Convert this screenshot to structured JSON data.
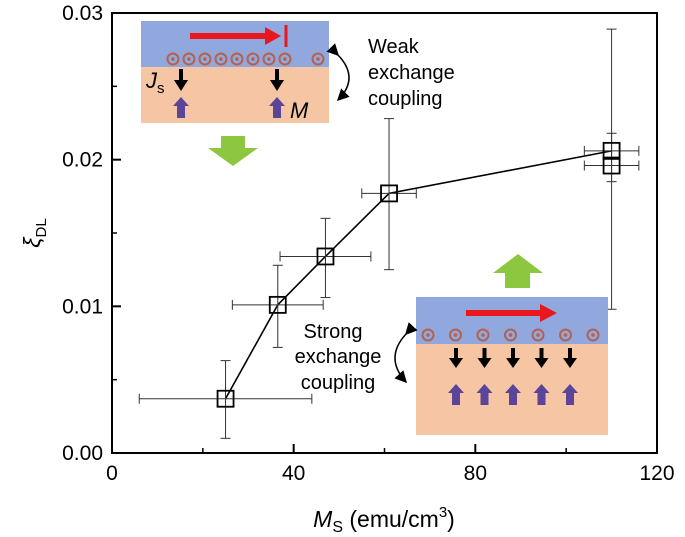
{
  "chart_data": {
    "type": "scatter",
    "xlabel_main": "M",
    "xlabel_sub": "S",
    "xlabel_rest": " (emu/cm",
    "xlabel_sup": "3",
    "xlabel_close": ")",
    "ylabel_main": "ξ",
    "ylabel_sub": "DL",
    "xlim": [
      0,
      120
    ],
    "ylim": [
      0,
      0.03
    ],
    "xticks": [
      0,
      40,
      80,
      120
    ],
    "xtick_labels": [
      "0",
      "40",
      "80",
      "120"
    ],
    "yticks": [
      0,
      0.01,
      0.02,
      0.03
    ],
    "ytick_labels": [
      "0.00",
      "0.01",
      "0.02",
      "0.03"
    ],
    "points": [
      {
        "x": 25,
        "y": 0.0037,
        "xerr": 19,
        "y_low": 0.001,
        "y_high": 0.0063
      },
      {
        "x": 36.5,
        "y": 0.0101,
        "xerr": 10,
        "y_low": 0.0072,
        "y_high": 0.0128
      },
      {
        "x": 47,
        "y": 0.0134,
        "xerr": 10,
        "y_low": 0.0106,
        "y_high": 0.016
      },
      {
        "x": 61,
        "y": 0.0177,
        "xerr": 6,
        "y_low": 0.0125,
        "y_high": 0.0228
      },
      {
        "x": 110,
        "y": 0.0206,
        "xerr": 6,
        "y_low": 0.0185,
        "y_high": 0.0218
      },
      {
        "x": 110,
        "y": 0.0196,
        "xerr": 6,
        "y_low": 0.0098,
        "y_high": 0.0289
      }
    ],
    "line_order": [
      0,
      1,
      2,
      3,
      4
    ],
    "colors": {
      "nonmagnet": "#90a8de",
      "magnet": "#f6c5a3",
      "current_arrow": "#e8181e",
      "spin_arrow": "#000000",
      "moment_arrow": "#5a4598",
      "big_arrow": "#8dc63f",
      "circle": "#b5614e"
    },
    "annotations": {
      "top_label_1": "Weak",
      "top_label_2": "exchange",
      "top_label_3": "coupling",
      "js_main": "J",
      "js_sub": "s",
      "m_label": "M",
      "bottom_label_1": "Strong",
      "bottom_label_2": "exchange",
      "bottom_label_3": "coupling"
    }
  }
}
